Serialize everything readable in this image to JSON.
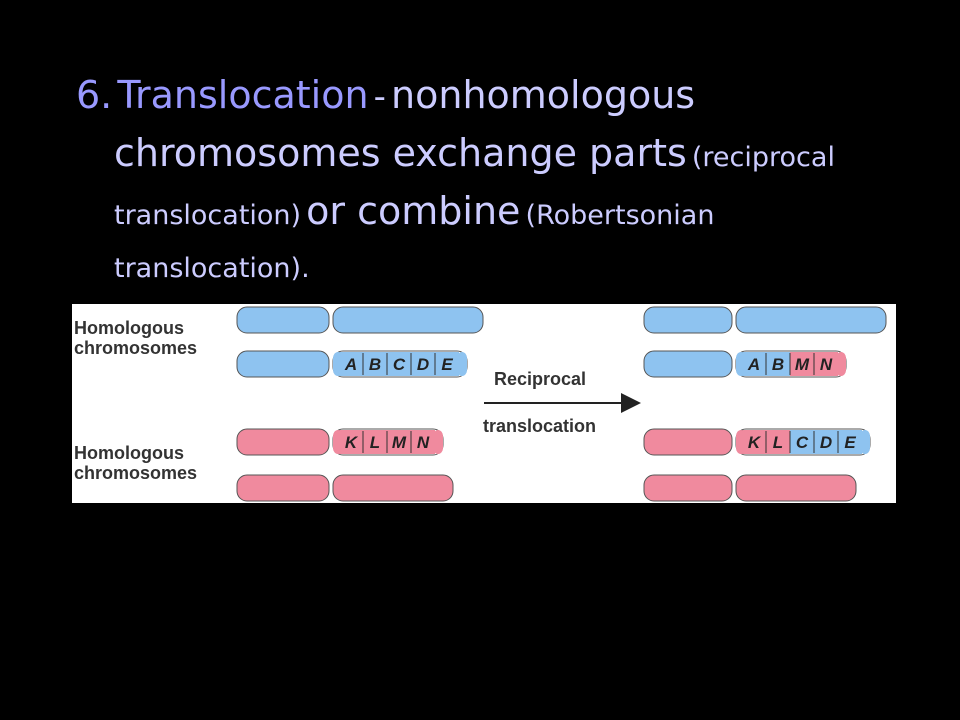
{
  "heading": {
    "number": "6.",
    "title": "Translocation",
    "dash": "-",
    "part1": "nonhomologous",
    "part2": "chromosomes exchange parts",
    "part3": "(reciprocal",
    "part4": "translocation)",
    "part5": "or combine",
    "part6": "(Robertsonian",
    "part7": "translocation)."
  },
  "figure": {
    "group_label_line1": "Homologous",
    "group_label_line2": "chromosomes",
    "arrow_label_top": "Reciprocal",
    "arrow_label_bottom": "translocation",
    "before": {
      "blue_genes": [
        "A",
        "B",
        "C",
        "D",
        "E"
      ],
      "red_genes": [
        "K",
        "L",
        "M",
        "N"
      ]
    },
    "after": {
      "blue_genes": [
        "A",
        "B",
        "M",
        "N"
      ],
      "red_genes": [
        "K",
        "L",
        "C",
        "D",
        "E"
      ]
    },
    "colors": {
      "blue_chromosome": "#8ec3f0",
      "red_chromosome": "#f08a9e"
    }
  }
}
